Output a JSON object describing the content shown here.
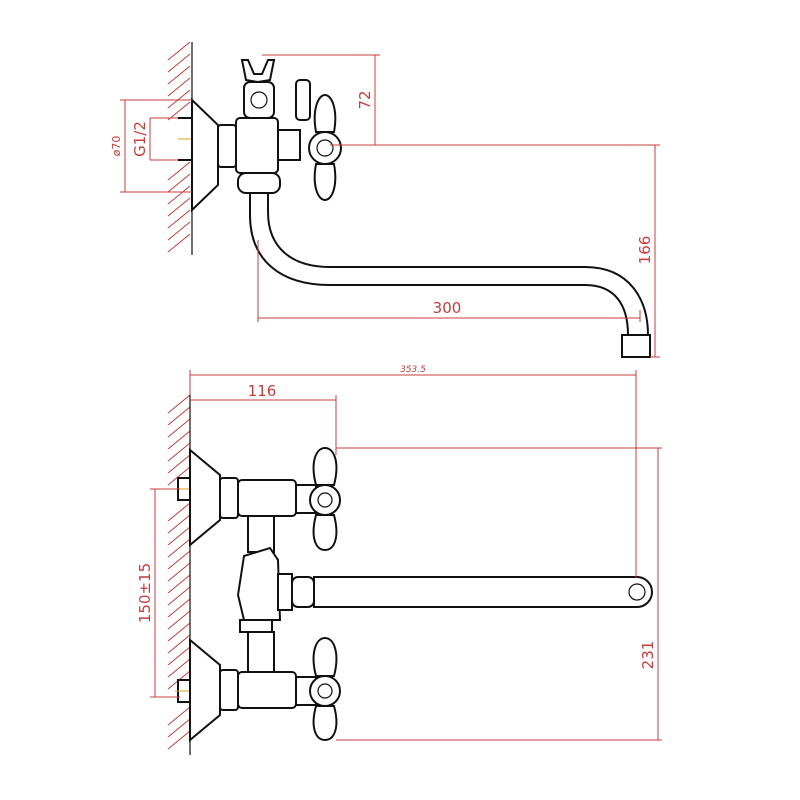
{
  "top_view": {
    "dimensions": {
      "handle_height": "72",
      "flange_diameter": "ø70",
      "thread": "G1/2",
      "spout_drop": "166",
      "spout_reach": "300"
    }
  },
  "front_view": {
    "dimensions": {
      "overall_length": "353.5",
      "body_projection": "116",
      "center_distance": "150±15",
      "spout_height": "231"
    }
  },
  "colors": {
    "dimension": "#c83c3c",
    "outline": "#111111",
    "axis": "#e0a020"
  }
}
